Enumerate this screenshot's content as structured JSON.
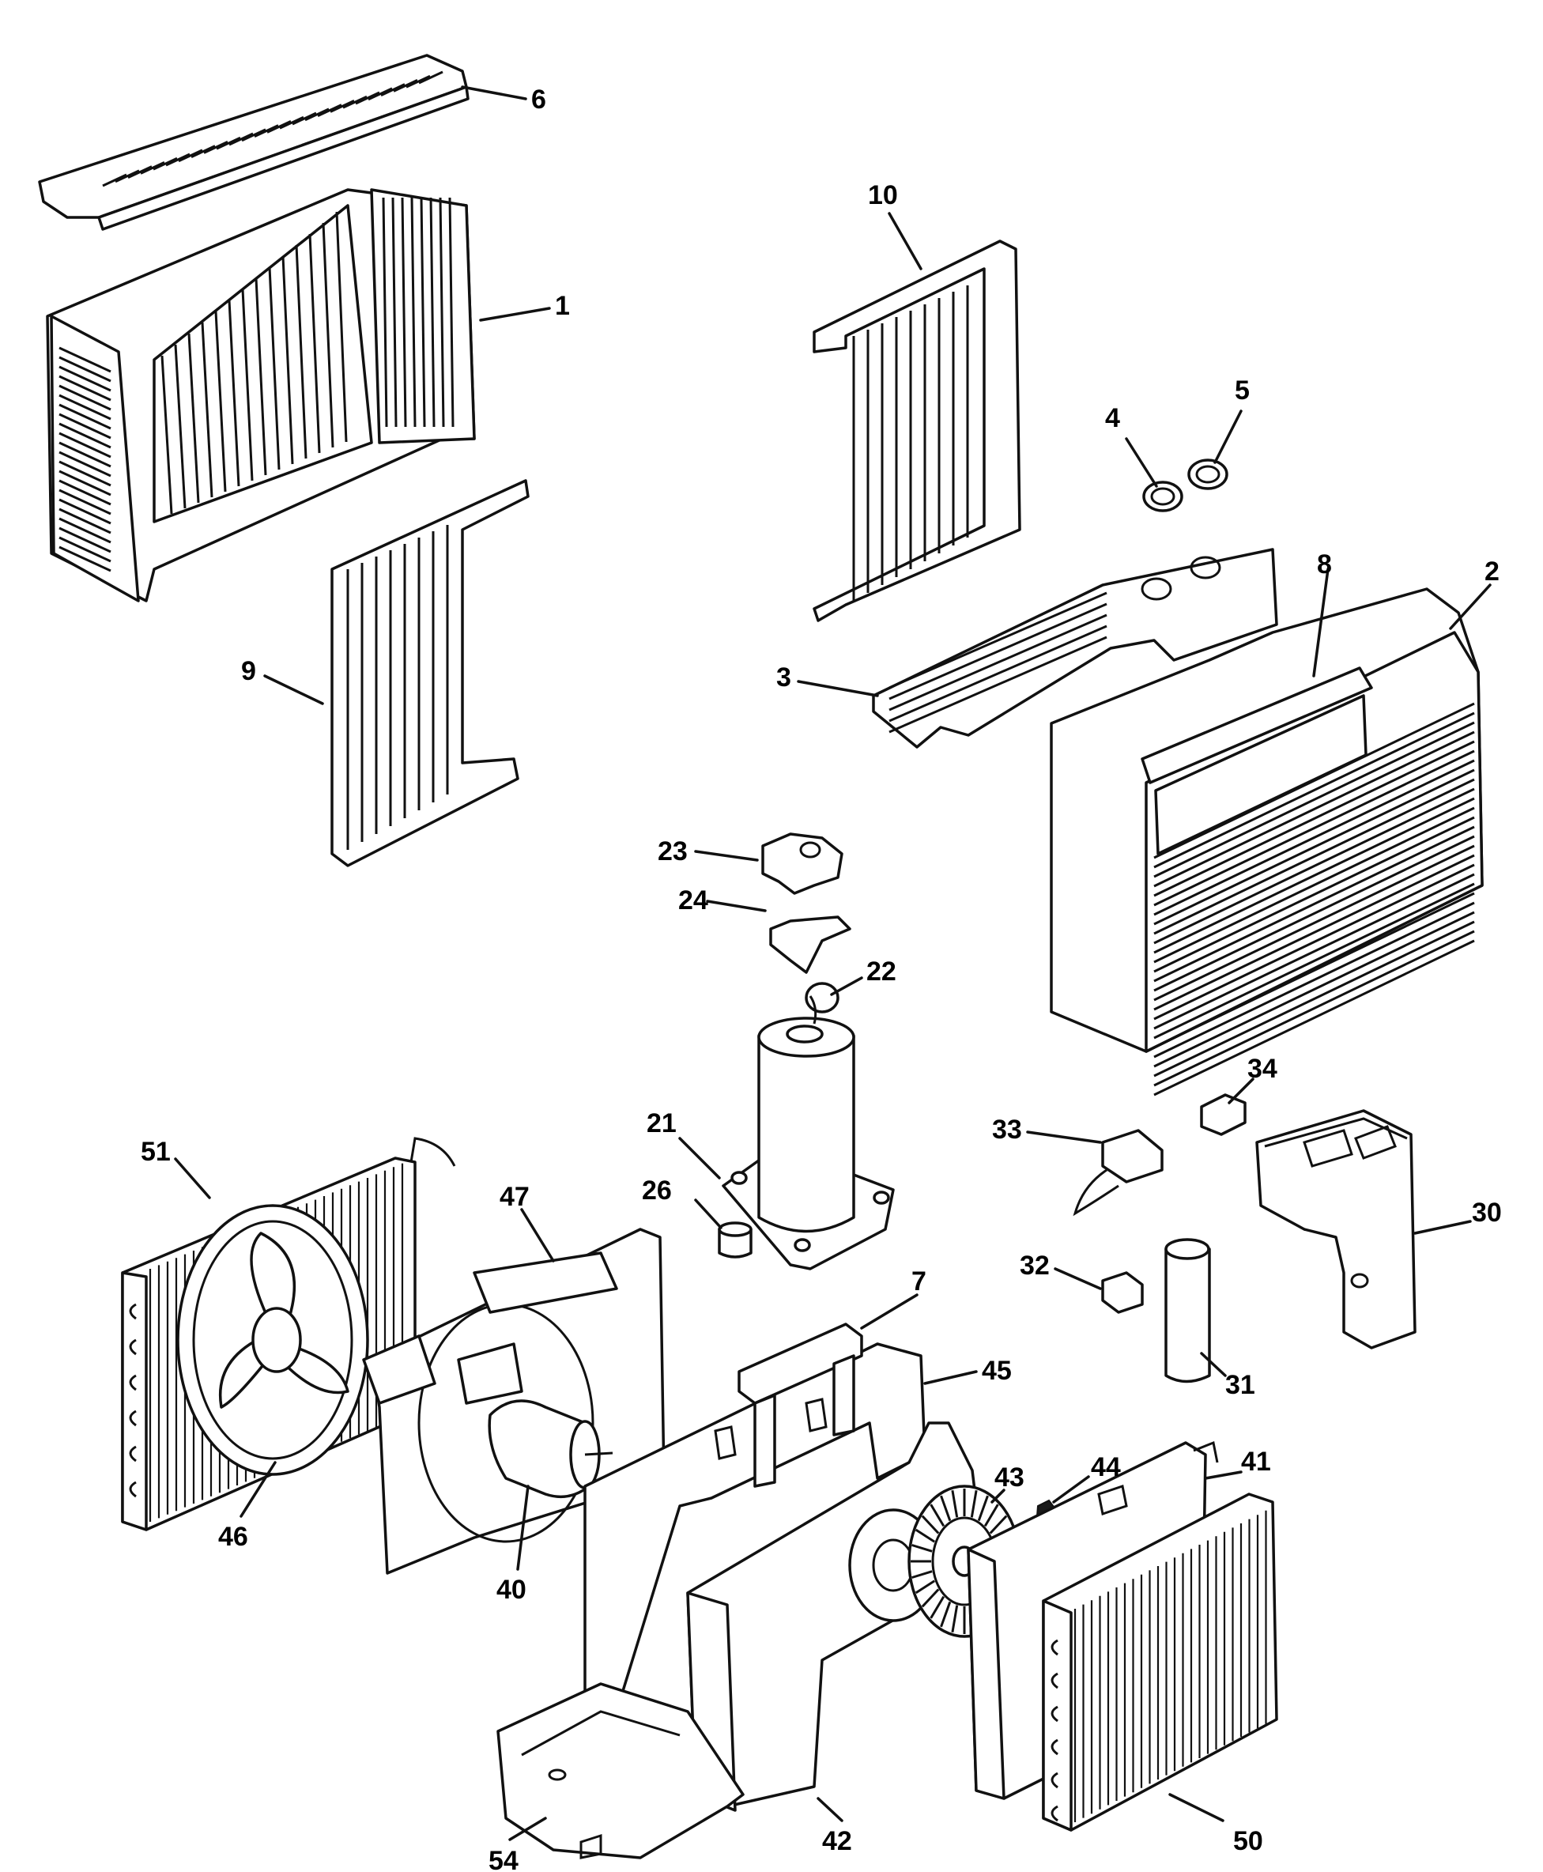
{
  "callouts": [
    {
      "id": "p6",
      "label": "6"
    },
    {
      "id": "p1",
      "label": "1"
    },
    {
      "id": "p10",
      "label": "10"
    },
    {
      "id": "p4",
      "label": "4"
    },
    {
      "id": "p5",
      "label": "5"
    },
    {
      "id": "p8",
      "label": "8"
    },
    {
      "id": "p2",
      "label": "2"
    },
    {
      "id": "p3",
      "label": "3"
    },
    {
      "id": "p9",
      "label": "9"
    },
    {
      "id": "p23",
      "label": "23"
    },
    {
      "id": "p24",
      "label": "24"
    },
    {
      "id": "p22",
      "label": "22"
    },
    {
      "id": "p21",
      "label": "21"
    },
    {
      "id": "p26",
      "label": "26"
    },
    {
      "id": "p34",
      "label": "34"
    },
    {
      "id": "p33",
      "label": "33"
    },
    {
      "id": "p30",
      "label": "30"
    },
    {
      "id": "p32",
      "label": "32"
    },
    {
      "id": "p31",
      "label": "31"
    },
    {
      "id": "p51",
      "label": "51"
    },
    {
      "id": "p47",
      "label": "47"
    },
    {
      "id": "p7",
      "label": "7"
    },
    {
      "id": "p45",
      "label": "45"
    },
    {
      "id": "p44",
      "label": "44"
    },
    {
      "id": "p41",
      "label": "41"
    },
    {
      "id": "p43",
      "label": "43"
    },
    {
      "id": "p46",
      "label": "46"
    },
    {
      "id": "p40",
      "label": "40"
    },
    {
      "id": "p54",
      "label": "54"
    },
    {
      "id": "p42",
      "label": "42"
    },
    {
      "id": "p50",
      "label": "50"
    }
  ],
  "colors": {
    "ink": "#111111",
    "paper": "#ffffff"
  }
}
